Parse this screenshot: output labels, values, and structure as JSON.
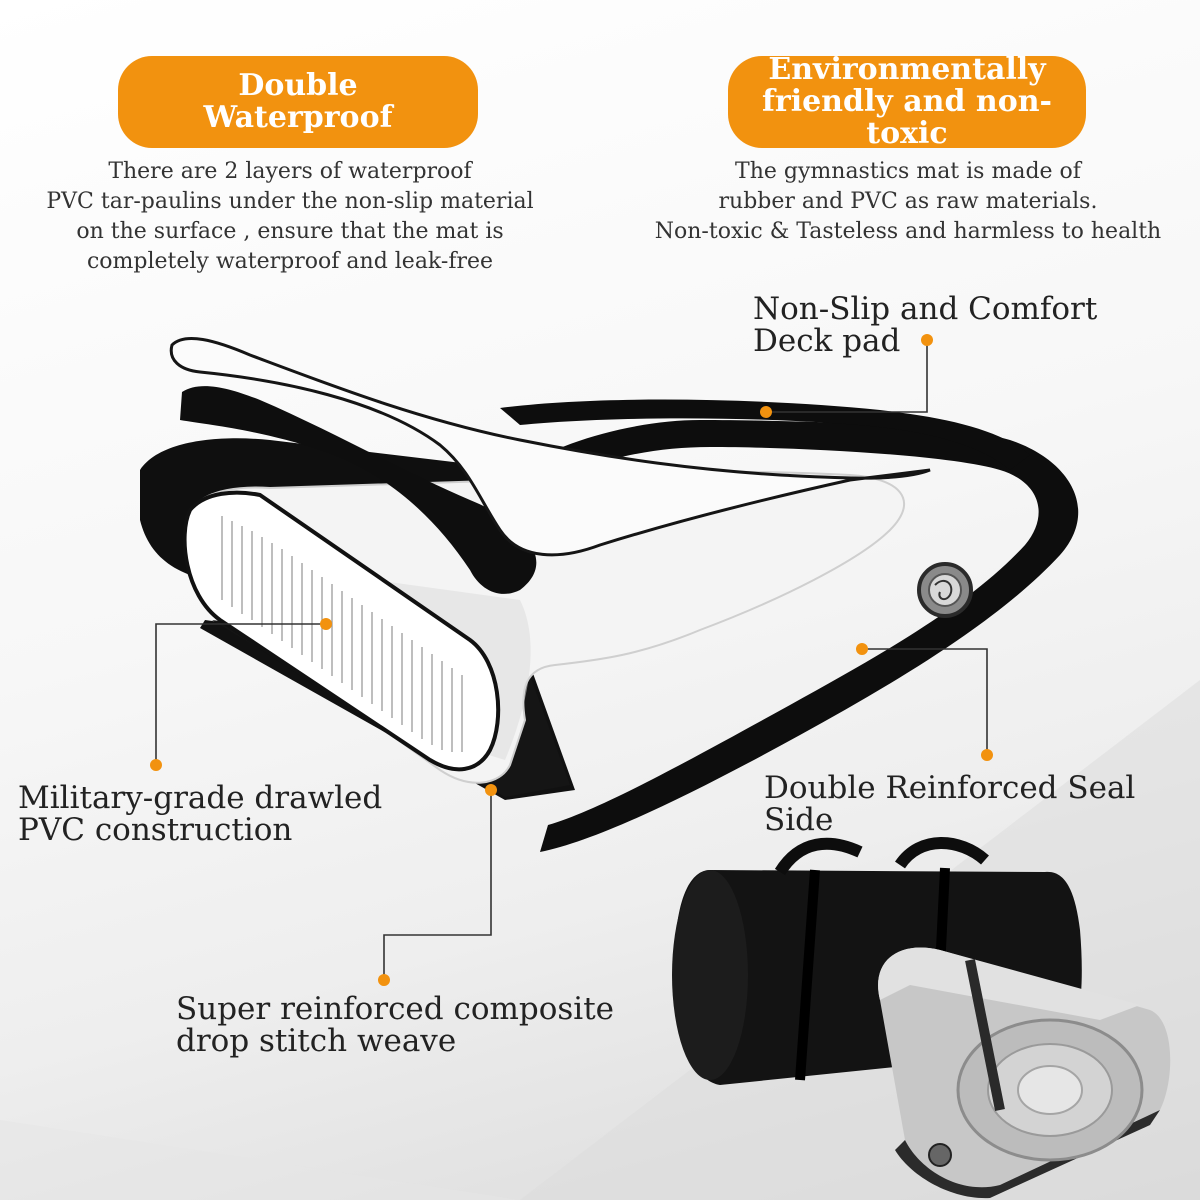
{
  "features": {
    "waterproof": {
      "title": "Double\nWaterproof",
      "description": "There are 2 layers of waterproof\nPVC tar-paulins under the non-slip material\non the surface , ensure that the mat is\ncompletely waterproof and leak-free"
    },
    "eco": {
      "title": "Environmentally\nfriendly and non-toxic",
      "description": "The gymnastics mat is made of\nrubber and PVC as raw materials.\nNon-toxic & Tasteless and harmless to health"
    }
  },
  "callouts": {
    "deck_pad": "Non-Slip and Comfort\nDeck pad",
    "seal_side": "Double Reinforced Seal Side",
    "military": "Military-grade drawled\nPVC construction",
    "drop_stitch": "Super reinforced composite\ndrop stitch weave"
  },
  "colors": {
    "accent": "#f2920f",
    "mat_black": "#0d0d0d",
    "mat_white": "#ffffff",
    "text": "#222222"
  },
  "icons": {
    "valve": "air-valve-icon",
    "marker": "orange-dot-marker"
  }
}
